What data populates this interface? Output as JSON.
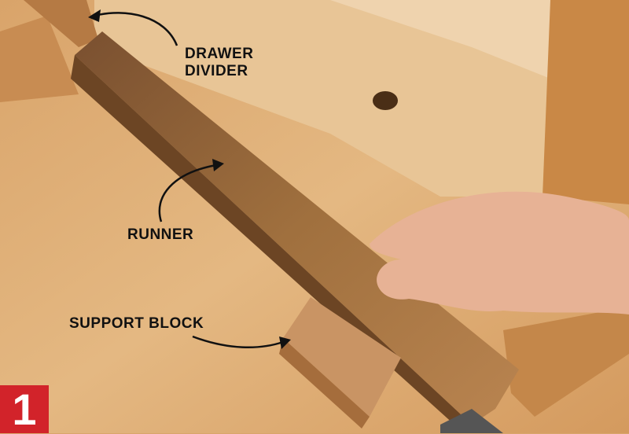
{
  "labels": {
    "drawer_divider_line1": "DRAWER",
    "drawer_divider_line2": "DIVIDER",
    "runner": "RUNNER",
    "support_block": "SUPPORT BLOCK"
  },
  "step_badge": "1",
  "colors": {
    "badge": "#d2232a",
    "wood_light": "#e2b57e",
    "wood_dark": "#8a5a30",
    "label_text": "#111111"
  }
}
